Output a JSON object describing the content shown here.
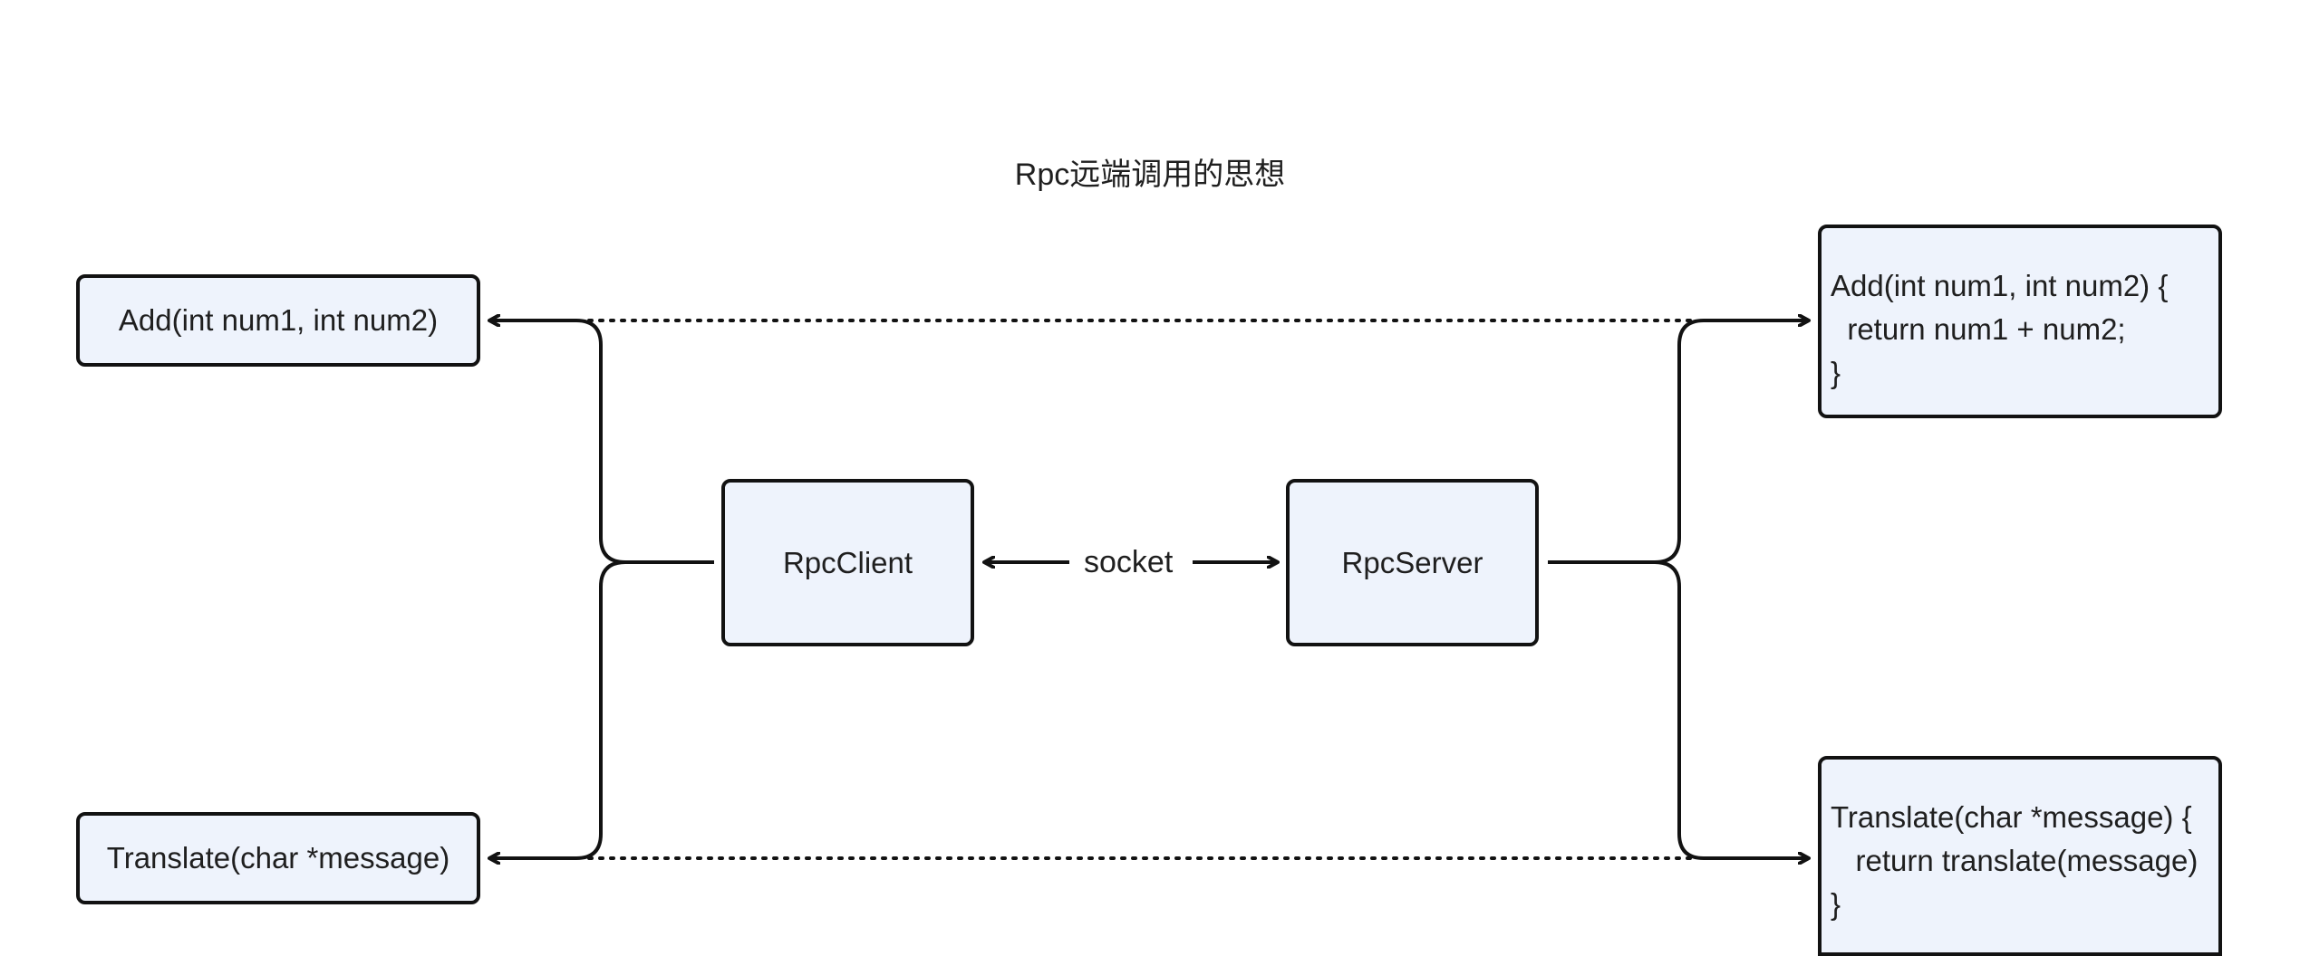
{
  "diagram": {
    "title": "Rpc远端调用的思想",
    "client_functions": [
      {
        "id": "add",
        "label": "Add(int num1, int num2)"
      },
      {
        "id": "translate",
        "label": "Translate(char *message)"
      }
    ],
    "rpc_client": {
      "label": "RpcClient"
    },
    "rpc_server": {
      "label": "RpcServer"
    },
    "socket_label": "socket",
    "server_functions": [
      {
        "id": "add-impl",
        "lines": [
          "Add(int num1, int num2) {",
          "  return num1 + num2;",
          "}"
        ]
      },
      {
        "id": "translate-impl",
        "lines": [
          "Translate(char *message) {",
          "   return translate(message)",
          "}"
        ]
      }
    ],
    "colors": {
      "box_fill": "#eef3fc",
      "stroke": "#121212",
      "text": "#1f1f1f",
      "background": "#ffffff"
    }
  }
}
